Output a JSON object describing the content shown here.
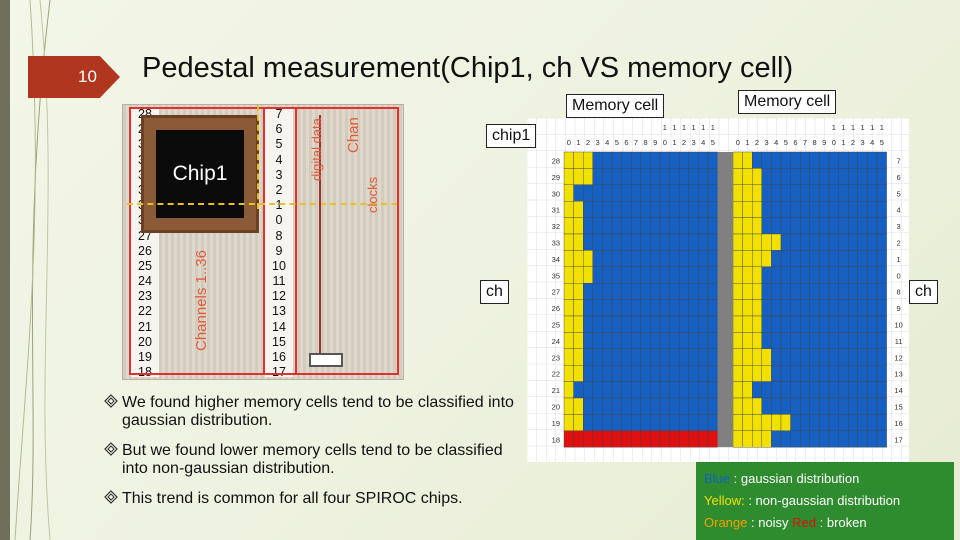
{
  "slide": {
    "number": "10",
    "title": "Pedestal measurement(Chip1, ch VS memory cell)"
  },
  "photo": {
    "chip_label": "Chip1",
    "left_pins": [
      "28",
      "29",
      "30",
      "31",
      "32",
      "33",
      "34",
      "35",
      "27",
      "26",
      "25",
      "24",
      "23",
      "22",
      "21",
      "20",
      "19",
      "18"
    ],
    "right_pins": [
      "7",
      "6",
      "5",
      "4",
      "3",
      "2",
      "1",
      "0",
      "8",
      "9",
      "10",
      "11",
      "12",
      "13",
      "14",
      "15",
      "16",
      "17"
    ],
    "label_digital_data": "digital data",
    "label_chan": "Chan",
    "label_clocks": "clocks",
    "label_channels": "Channels 1..36"
  },
  "labels": {
    "memory_cell_left": "Memory cell",
    "memory_cell_right": "Memory cell",
    "chip1": "chip1",
    "ch_left": "ch",
    "ch_right": "ch"
  },
  "grid": {
    "col_numbers_top": [
      "",
      "",
      "",
      "",
      "",
      "",
      "",
      "",
      "",
      "",
      "1",
      "1",
      "1",
      "1",
      "1",
      "1"
    ],
    "col_numbers_bottom": [
      "0",
      "1",
      "2",
      "3",
      "4",
      "5",
      "6",
      "7",
      "8",
      "9",
      "0",
      "1",
      "2",
      "3",
      "4",
      "5"
    ],
    "left_rows": [
      "28",
      "29",
      "30",
      "31",
      "32",
      "33",
      "34",
      "35",
      "27",
      "26",
      "25",
      "24",
      "23",
      "22",
      "21",
      "20",
      "19",
      "18"
    ],
    "right_rows": [
      "7",
      "6",
      "5",
      "4",
      "3",
      "2",
      "1",
      "0",
      "8",
      "9",
      "10",
      "11",
      "12",
      "13",
      "14",
      "15",
      "16",
      "17"
    ],
    "colors": {
      "blue": "#1560c0",
      "yellow": "#f2e000",
      "red": "#e01010",
      "gray": "#808080",
      "gridline": "#444444"
    },
    "left_yellow_counts": [
      3,
      3,
      1,
      2,
      2,
      2,
      3,
      3,
      2,
      2,
      2,
      2,
      2,
      2,
      1,
      2,
      2,
      0
    ],
    "right_yellow_counts": [
      2,
      3,
      3,
      3,
      3,
      5,
      4,
      3,
      3,
      3,
      3,
      3,
      4,
      4,
      2,
      3,
      6,
      4
    ],
    "left_last_row_red": true
  },
  "bullets": [
    "We found higher memory cells tend to be classified into gaussian distribution.",
    "But we found lower memory cells tend to be classified into non-gaussian distribution.",
    "This trend is common for all four SPIROC chips."
  ],
  "legend": {
    "blue_word": "Blue",
    "blue_rest": " : gaussian distribution",
    "yellow_word": "Yellow: ",
    "yellow_rest": ": non-gaussian distribution",
    "orange_word": "Orange",
    "orange_rest": " : noisy ",
    "red_word": "Red",
    "red_rest": " : broken",
    "blue_color": "#1560c0",
    "yellow_color": "#f2e000",
    "orange_color": "#f5a000",
    "red_color": "#e01010"
  }
}
